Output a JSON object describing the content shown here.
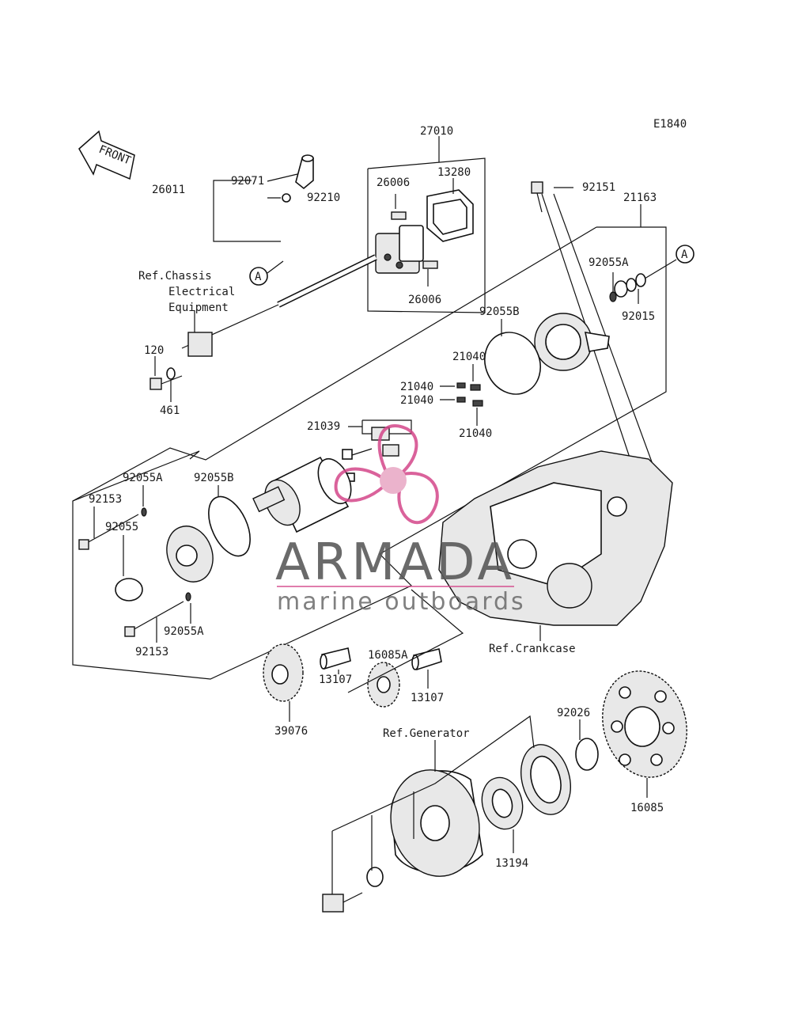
{
  "diagram_code": "E1840",
  "front_label": "FRONT",
  "callout_letter": "A",
  "parts": {
    "p27010": "27010",
    "p13280": "13280",
    "p26006_top": "26006",
    "p26006_bottom": "26006",
    "p92071": "92071",
    "p92210": "92210",
    "p26011": "26011",
    "p92151": "92151",
    "p21163": "21163",
    "p92055A_top": "92055A",
    "p92015": "92015",
    "p92055B_top": "92055B",
    "p21040_a": "21040",
    "p21040_b": "21040",
    "p21040_c": "21040",
    "p21040_d": "21040",
    "p21039": "21039",
    "p120": "120",
    "p461": "461",
    "p92055A_left": "92055A",
    "p92055B_left": "92055B",
    "p92153_top": "92153",
    "p92055": "92055",
    "p92055A_bottom": "92055A",
    "p92153_bottom": "92153",
    "p13107_a": "13107",
    "p16085A": "16085A",
    "p13107_b": "13107",
    "p39076": "39076",
    "p92026": "92026",
    "p16085": "16085",
    "p13194": "13194"
  },
  "references": {
    "chassis_line1": "Ref.Chassis",
    "chassis_line2": "Electrical",
    "chassis_line3": "Equipment",
    "crankcase": "Ref.Crankcase",
    "generator": "Ref.Generator"
  },
  "watermark": {
    "brand": "ARMADA",
    "tagline": "marine outboards",
    "color": "#d4478a"
  }
}
